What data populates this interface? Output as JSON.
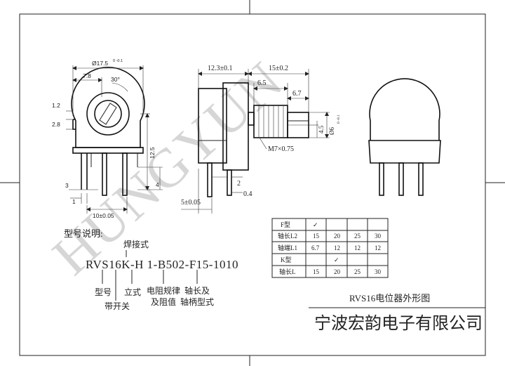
{
  "watermark": "HUNGYUN",
  "front_view": {
    "dim_diameter": "Ø17.5",
    "dim_diameter_tol": "0 -0.1",
    "dim_7_8": "7.8",
    "dim_angle": "30°",
    "dim_1_2": "1.2",
    "dim_2_8": "2.8",
    "dim_12_5": "12.5",
    "dim_3": "3",
    "dim_4": "4",
    "dim_1": "1",
    "dim_pitch": "10±0.05"
  },
  "side_view": {
    "dim_body": "12.3±0.1",
    "dim_total": "15±0.2",
    "dim_6_5": "6.5",
    "dim_6_7": "6.7",
    "dim_4_5": "4.5",
    "dim_shaft": "Ø6",
    "dim_shaft_tol": "0 -0.1",
    "dim_thread": "M7×0.75",
    "dim_2": "2",
    "dim_0_4": "0.4",
    "dim_5": "5±0.05"
  },
  "model_note": {
    "heading": "型号说明:",
    "code": "RVS16K-H 1-B502-F15-1010",
    "label_welding": "焊接式",
    "label_model": "型号",
    "label_switch": "带开关",
    "label_vertical": "立式",
    "label_taper_1": "电阻规律",
    "label_taper_2": "及阻值",
    "label_shaft_1": "轴长及",
    "label_shaft_2": "轴柄型式"
  },
  "spec_table": {
    "rows": [
      {
        "label": "F型",
        "cells": [
          "✓",
          "",
          "",
          ""
        ]
      },
      {
        "label": "轴长L2",
        "cells": [
          "15",
          "20",
          "25",
          "30"
        ]
      },
      {
        "label": "轴端L1",
        "cells": [
          "6.7",
          "12",
          "12",
          "12"
        ]
      },
      {
        "label": "K型",
        "cells": [
          "",
          "✓",
          "",
          ""
        ]
      },
      {
        "label": "轴长L",
        "cells": [
          "15",
          "20",
          "25",
          "30"
        ]
      }
    ]
  },
  "title_block": {
    "drawing_title": "RVS16电位器外形图",
    "company": "宁波宏韵电子有限公司"
  }
}
